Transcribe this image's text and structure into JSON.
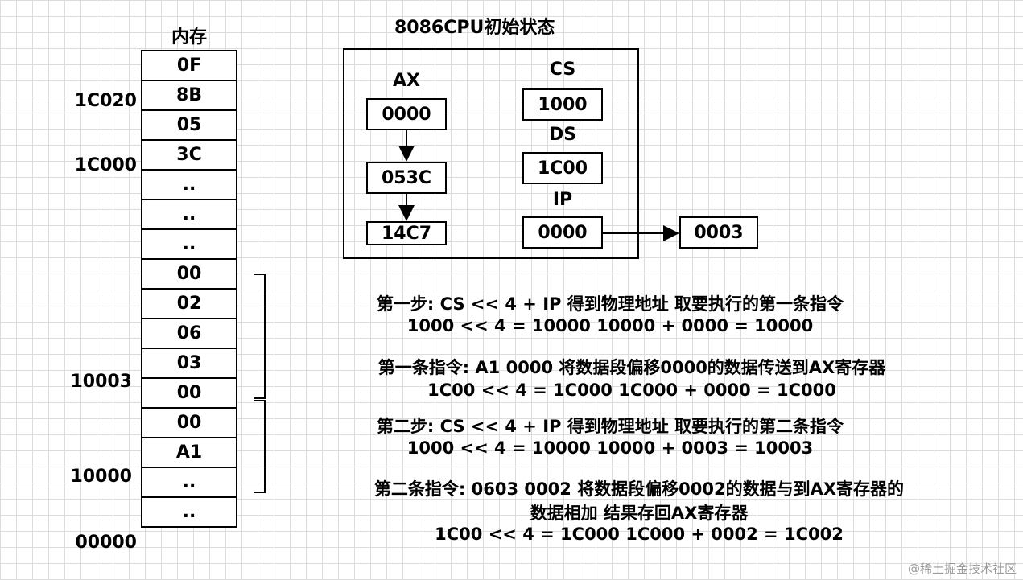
{
  "memory": {
    "title": "内存",
    "cells": [
      "0F",
      "8B",
      "05",
      "3C",
      "..",
      "..",
      "..",
      "00",
      "02",
      "06",
      "03",
      "00",
      "00",
      "A1",
      "..",
      ".."
    ],
    "addresses": {
      "a1c020": "1C020",
      "a1c000": "1C000",
      "a10003": "10003",
      "a10000": "10000",
      "a00000": "00000"
    }
  },
  "cpu": {
    "title": "8086CPU初始状态",
    "ax": {
      "label": "AX",
      "values": [
        "0000",
        "053C",
        "14C7"
      ]
    },
    "cs": {
      "label": "CS",
      "value": "1000"
    },
    "ds": {
      "label": "DS",
      "value": "1C00"
    },
    "ip": {
      "label": "IP",
      "value": "0000",
      "next": "0003"
    }
  },
  "steps": {
    "s1_line1": "第一步: CS << 4 + IP 得到物理地址 取要执行的第一条指令",
    "s1_line2": "1000 << 4 = 10000 10000 + 0000 = 10000",
    "i1_line1": "第一条指令: A1 0000 将数据段偏移0000的数据传送到AX寄存器",
    "i1_line2": "1C00 << 4 = 1C000 1C000 + 0000 = 1C000",
    "s2_line1": "第二步: CS << 4 + IP 得到物理地址 取要执行的第二条指令",
    "s2_line2": "1000 << 4 = 10000 10000 + 0003 = 10003",
    "i2_line1": "第二条指令: 0603 0002 将数据段偏移0002的数据与到AX寄存器的",
    "i2_line2": "数据相加 结果存回AX寄存器",
    "i2_line3": "1C00 << 4 = 1C000 1C000 + 0002 = 1C002"
  },
  "watermark": "@稀土掘金技术社区"
}
